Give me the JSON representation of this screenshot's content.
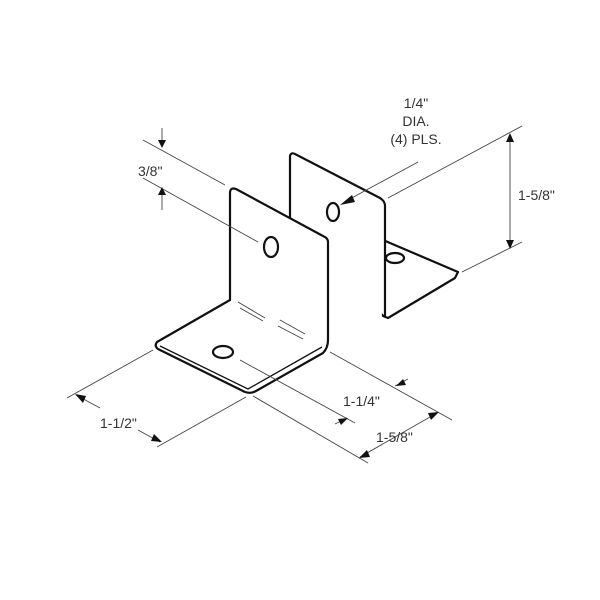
{
  "title": "Angle bracket pair dimension drawing",
  "labels": {
    "hole_size": "1/4\"",
    "hole_dia": "DIA.",
    "hole_count": "(4) PLS.",
    "hole_offset": "3/8\"",
    "height": "1-5/8\"",
    "width": "1-1/2\"",
    "hole_depth": "1-1/4\"",
    "depth": "1-5/8\""
  },
  "colors": {
    "line": "#111111",
    "text": "#333333",
    "background": "#ffffff"
  }
}
